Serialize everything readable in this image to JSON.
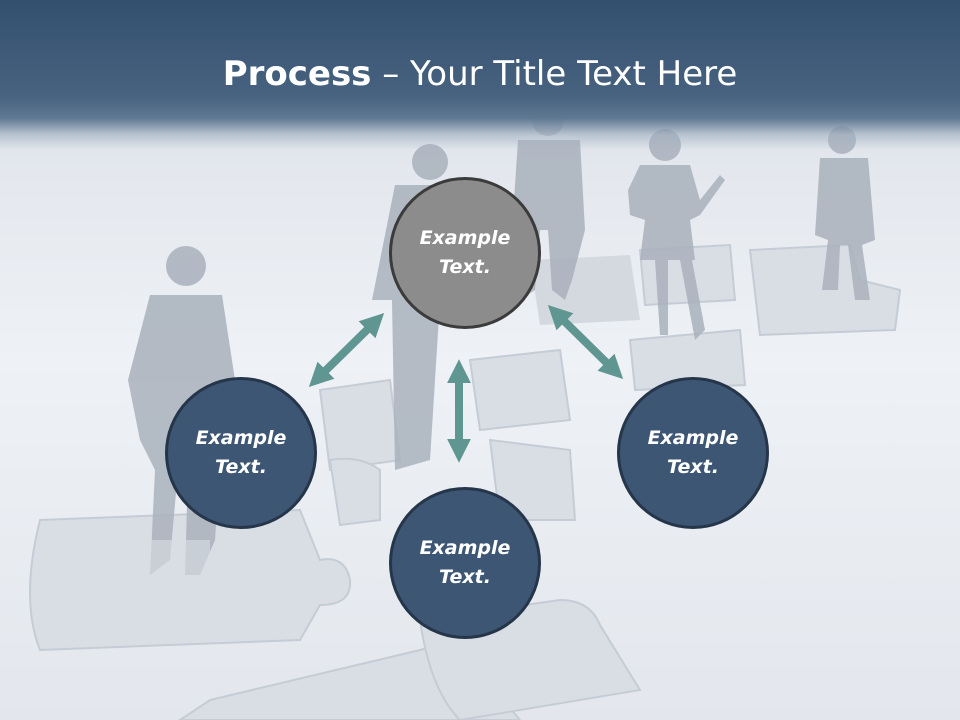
{
  "title": {
    "bold": "Process",
    "rest": " – Your Title Text Here"
  },
  "nodes": {
    "top": "Example Text.",
    "left": "Example Text.",
    "bottom": "Example Text.",
    "right": "Example Text."
  },
  "colors": {
    "header": "#3f5b7a",
    "node_fill": "#3d5673",
    "node_top_fill": "#8c8c8c",
    "arrow": "#5f9692"
  }
}
